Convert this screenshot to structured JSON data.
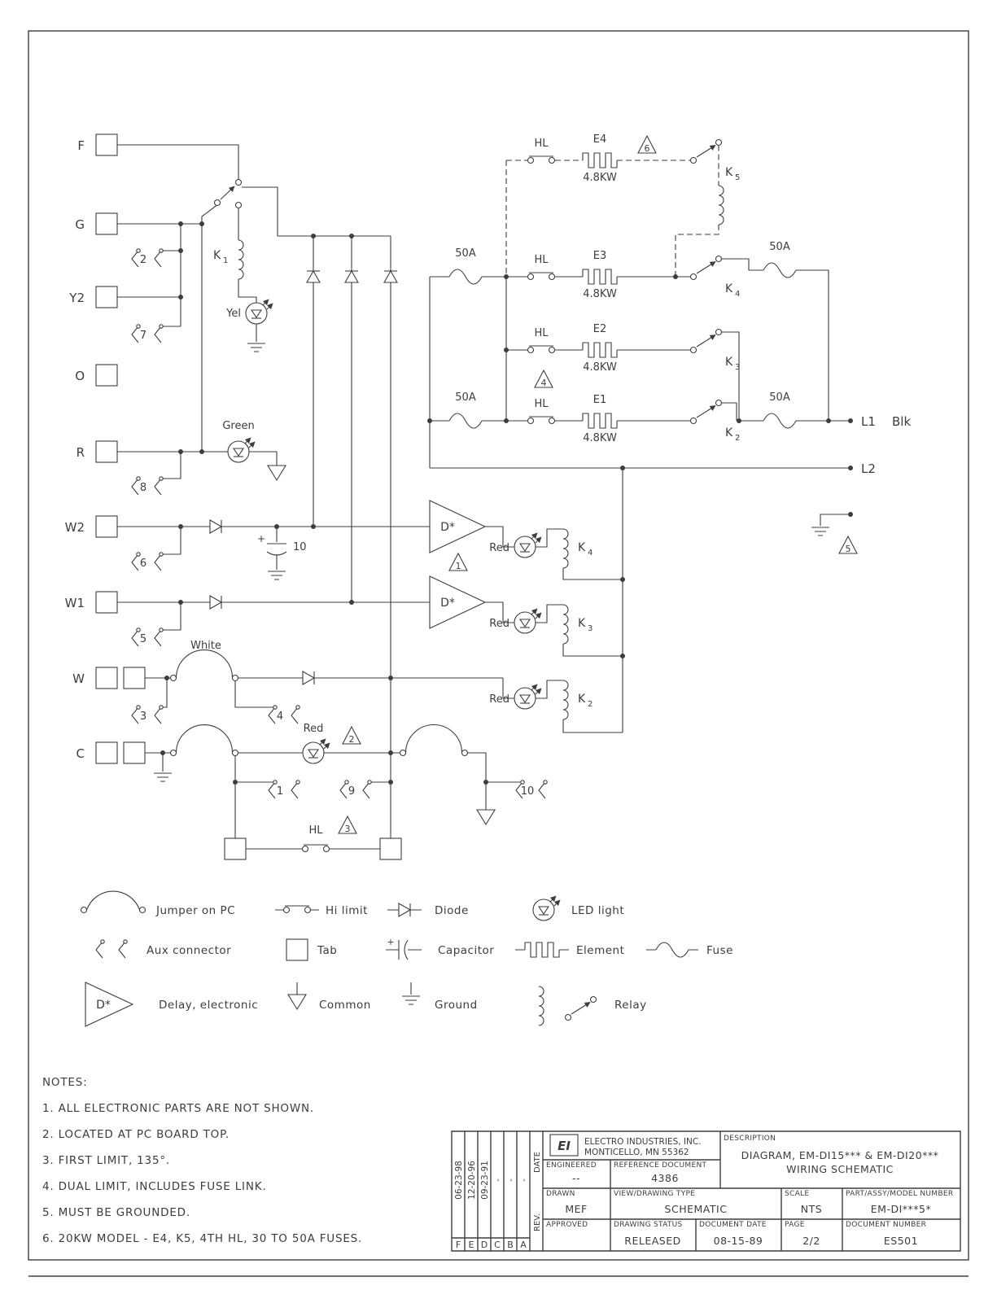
{
  "drawing": {
    "terminals": {
      "f": "F",
      "g": "G",
      "y2": "Y2",
      "o": "O",
      "r": "R",
      "w2": "W2",
      "w1": "W1",
      "w": "W",
      "c": "C"
    },
    "aux": {
      "n1": "1",
      "n2": "2",
      "n3": "3",
      "n4": "4",
      "n5": "5",
      "n6": "6",
      "n7": "7",
      "n8": "8",
      "n9": "9",
      "n10": "10"
    },
    "flags": {
      "f1": "1",
      "f2": "2",
      "f3": "3",
      "f4": "4",
      "f5": "5",
      "f6": "6"
    },
    "relay_letter": "K",
    "relay_nums": {
      "n1": "1",
      "n2": "2",
      "n3": "3",
      "n4": "4",
      "n5": "5"
    },
    "elements": {
      "e1": {
        "name": "E1",
        "rating": "4.8KW"
      },
      "e2": {
        "name": "E2",
        "rating": "4.8KW"
      },
      "e3": {
        "name": "E3",
        "rating": "4.8KW"
      },
      "e4": {
        "name": "E4",
        "rating": "4.8KW"
      }
    },
    "hl_label": "HL",
    "fuse_rating": "50A",
    "led_yellow": "Yel",
    "led_green": "Green",
    "led_red": "Red",
    "delay_label": "D*",
    "capacitor_value": "10",
    "cap_plus": "+",
    "jumper_wire": "White",
    "l1_label": "L1",
    "l1_wire": "Blk",
    "l2_label": "L2"
  },
  "legend": {
    "jumper": "Jumper on PC",
    "hi_limit": "Hi limit",
    "diode": "Diode",
    "led": "LED light",
    "aux": "Aux connector",
    "tab": "Tab",
    "capacitor": "Capacitor",
    "element": "Element",
    "fuse": "Fuse",
    "delay": "Delay, electronic",
    "common": "Common",
    "ground": "Ground",
    "relay": "Relay"
  },
  "notes": {
    "heading": "NOTES:",
    "items": [
      "1. ALL ELECTRONIC PARTS ARE NOT SHOWN.",
      "2. LOCATED AT PC BOARD TOP.",
      "3. FIRST LIMIT, 135°.",
      "4. DUAL LIMIT, INCLUDES FUSE LINK.",
      "5. MUST BE GROUNDED.",
      "6. 20KW MODEL - E4, K5, 4TH HL, 30 TO 50A FUSES."
    ]
  },
  "titleblock": {
    "logo": "EI",
    "company_line1": "ELECTRO INDUSTRIES, INC.",
    "company_line2": "MONTICELLO, MN 55362",
    "description_label": "DESCRIPTION",
    "description_line1": "DIAGRAM, EM-DI15*** & EM-DI20***",
    "description_line2": "WIRING SCHEMATIC",
    "engineered_label": "ENGINEERED",
    "engineered_value": "--",
    "reference_label": "REFERENCE DOCUMENT",
    "reference_value": "4386",
    "drawn_label": "DRAWN",
    "drawn_value": "MEF",
    "type_label": "VIEW/DRAWING TYPE",
    "type_value": "SCHEMATIC",
    "scale_label": "SCALE",
    "scale_value": "NTS",
    "part_label": "PART/ASSY/MODEL NUMBER",
    "part_value": "EM-DI***5*",
    "approved_label": "APPROVED",
    "status_label": "DRAWING STATUS",
    "status_value": "RELEASED",
    "docdate_label": "DOCUMENT DATE",
    "docdate_value": "08-15-89",
    "page_label": "PAGE",
    "page_value": "2/2",
    "docnum_label": "DOCUMENT NUMBER",
    "docnum_value": "ES501"
  },
  "revisions": {
    "rev_label": "REV.",
    "date_label": "DATE",
    "rows": [
      {
        "rev": "F",
        "date": "06-23-98"
      },
      {
        "rev": "E",
        "date": "12-20-96"
      },
      {
        "rev": "D",
        "date": "09-23-91"
      },
      {
        "rev": "C",
        "date": "-"
      },
      {
        "rev": "B",
        "date": "-"
      },
      {
        "rev": "A",
        "date": "-"
      }
    ]
  }
}
